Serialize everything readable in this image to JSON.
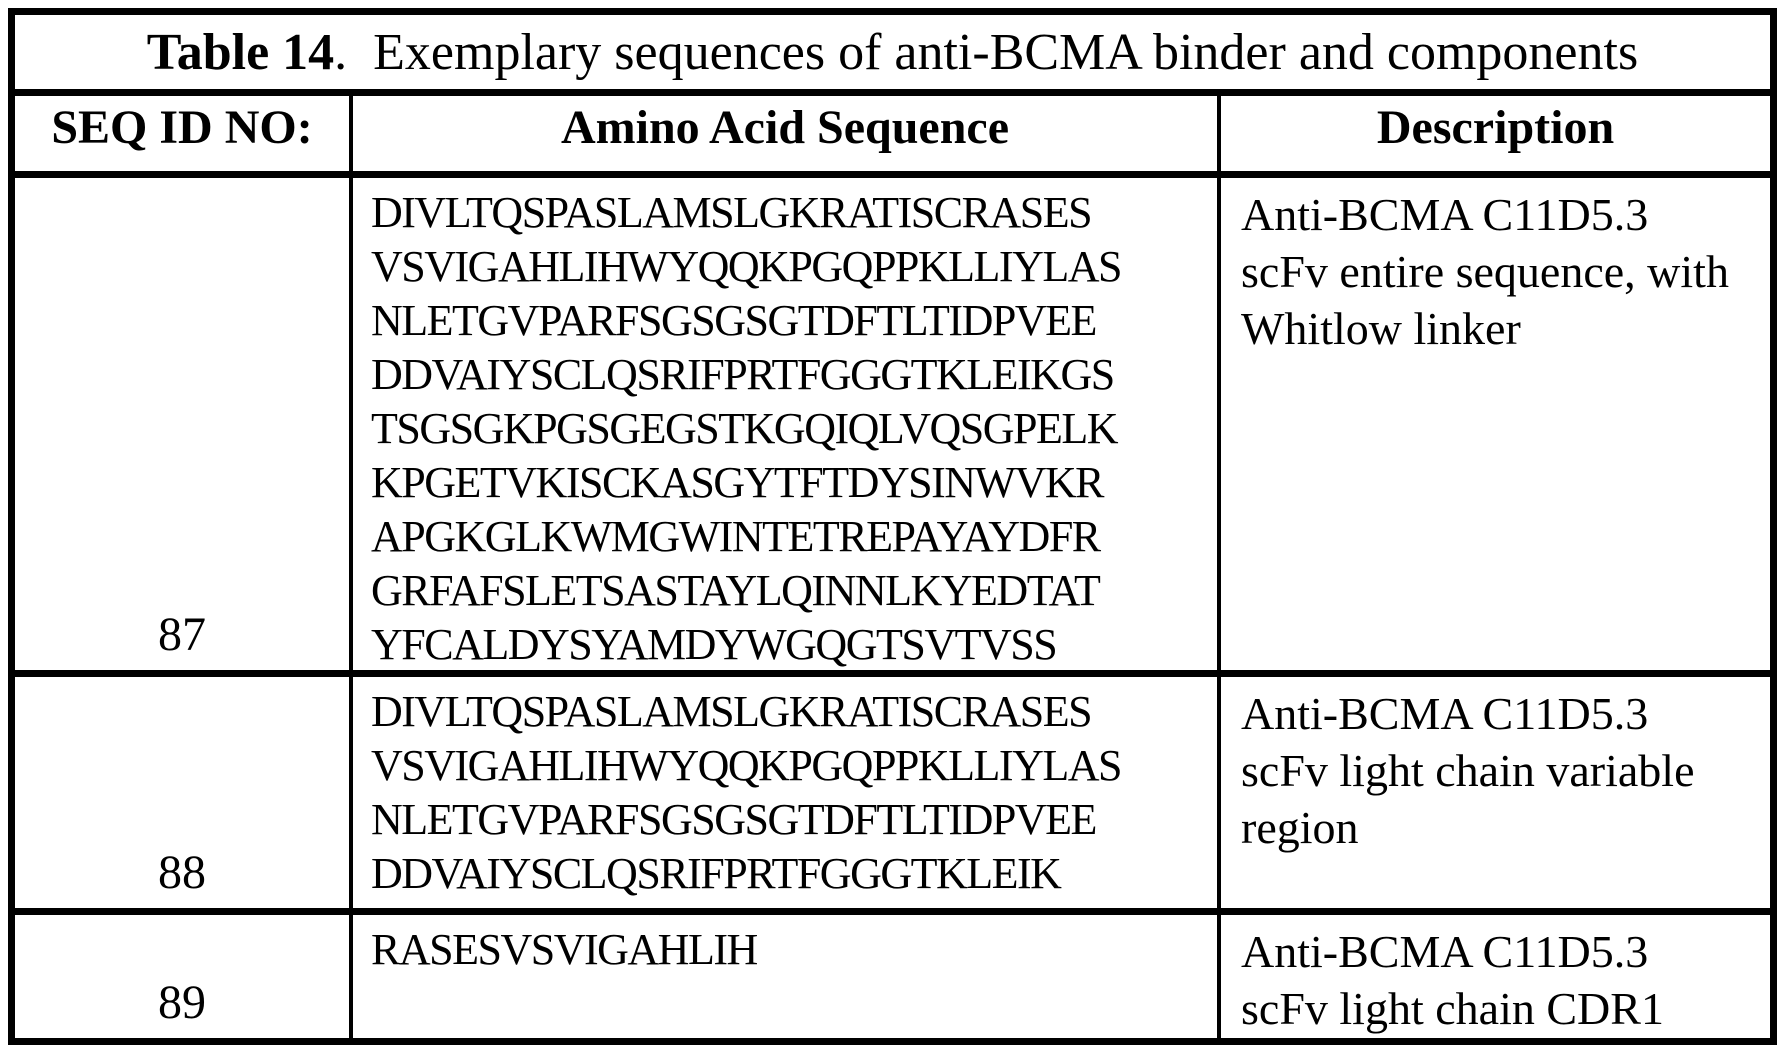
{
  "table": {
    "title": {
      "bold": "Table 14",
      "rest": ".  Exemplary sequences of anti-BCMA binder and components"
    },
    "headers": {
      "seq_id": "SEQ ID NO:",
      "sequence": "Amino Acid Sequence",
      "description": "Description"
    },
    "rows": [
      {
        "seq_id": "87",
        "sequence": "DIVLTQSPASLAMSLGKRATISCRASES\nVSVIGAHLIHWYQQKPGQPPKLLIYLAS\nNLETGVPARFSGSGSGTDFTLTIDPVEE\nDDVAIYSCLQSRIFPRTFGGGTKLEIKGS\nTSGSGKPGSGEGSTKGQIQLVQSGPELK\nKPGETVKISCKASGYTFTDYSINWVKR\nAPGKGLKWMGWINTETREPAYAYDFR\nGRFAFSLETSASTAYLQINNLKYEDTAT\nYFCALDYSYAMDYWGQGTSVTVSS",
        "description": "Anti-BCMA C11D5.3\nscFv entire sequence, with\nWhitlow linker"
      },
      {
        "seq_id": "88",
        "sequence": "DIVLTQSPASLAMSLGKRATISCRASES\nVSVIGAHLIHWYQQKPGQPPKLLIYLAS\nNLETGVPARFSGSGSGTDFTLTIDPVEE\nDDVAIYSCLQSRIFPRTFGGGTKLEIK",
        "description": "Anti-BCMA C11D5.3\nscFv light chain variable\nregion"
      },
      {
        "seq_id": "89",
        "sequence": "RASESVSVIGAHLIH",
        "description": "Anti-BCMA C11D5.3\nscFv light chain CDR1"
      }
    ],
    "colors": {
      "border": "#000000",
      "background": "#ffffff",
      "text": "#000000"
    }
  }
}
